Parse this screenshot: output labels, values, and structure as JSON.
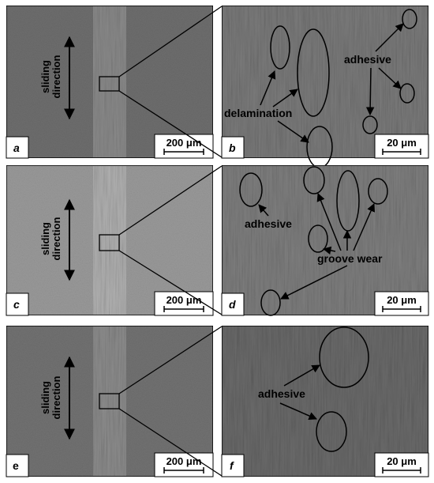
{
  "figure": {
    "rows": [
      {
        "left": {
          "letter": "a",
          "italic": true,
          "scale": "200 μm",
          "direction_label": [
            "sliding",
            "direction"
          ]
        },
        "right": {
          "letter": "b",
          "italic": true,
          "scale": "20 μm",
          "labels": [
            "adhesive",
            "delamination"
          ]
        }
      },
      {
        "left": {
          "letter": "c",
          "italic": true,
          "scale": "200 μm",
          "direction_label": [
            "sliding",
            "direction"
          ]
        },
        "right": {
          "letter": "d",
          "italic": true,
          "scale": "20 μm",
          "labels": [
            "adhesive",
            "groove wear"
          ]
        }
      },
      {
        "left": {
          "letter": "e",
          "italic": false,
          "scale": "200 μm",
          "direction_label": [
            "sliding",
            "direction"
          ]
        },
        "right": {
          "letter": "f",
          "italic": true,
          "scale": "20 μm",
          "labels": [
            "adhesive"
          ]
        }
      }
    ]
  }
}
